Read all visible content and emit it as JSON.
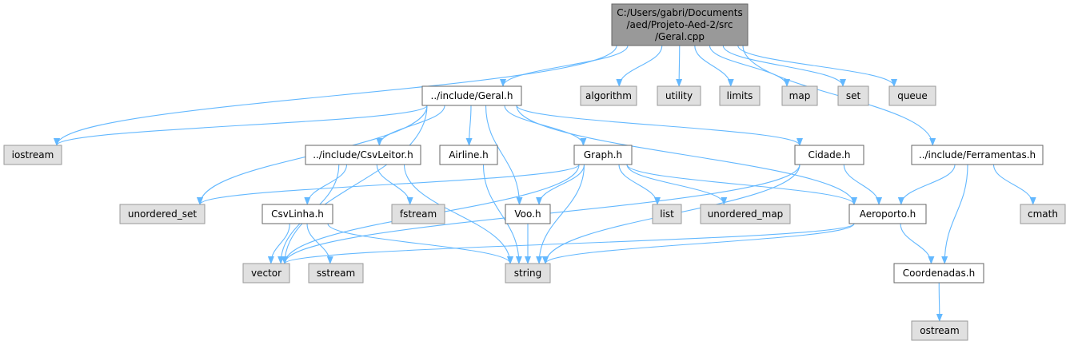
{
  "colors": {
    "edge": "#63b8ff",
    "root_fill": "#999999",
    "root_stroke": "#666666",
    "local_fill": "#ffffff",
    "local_stroke": "#666666",
    "system_fill": "#e0e0e0",
    "system_stroke": "#999999"
  },
  "nodes": {
    "geral_cpp": {
      "kind": "root",
      "lines": [
        "C:/Users/gabri/Documents",
        "/aed/Projeto-Aed-2/src",
        "/Geral.cpp"
      ]
    },
    "algorithm": {
      "kind": "system",
      "lines": [
        "algorithm"
      ]
    },
    "utility": {
      "kind": "system",
      "lines": [
        "utility"
      ]
    },
    "limits": {
      "kind": "system",
      "lines": [
        "limits"
      ]
    },
    "map": {
      "kind": "system",
      "lines": [
        "map"
      ]
    },
    "set": {
      "kind": "system",
      "lines": [
        "set"
      ]
    },
    "queue": {
      "kind": "system",
      "lines": [
        "queue"
      ]
    },
    "geral_h": {
      "kind": "local",
      "lines": [
        "../include/Geral.h"
      ]
    },
    "iostream": {
      "kind": "system",
      "lines": [
        "iostream"
      ]
    },
    "csvleitor_h": {
      "kind": "local",
      "lines": [
        "../include/CsvLeitor.h"
      ]
    },
    "airline_h": {
      "kind": "local",
      "lines": [
        "Airline.h"
      ]
    },
    "graph_h": {
      "kind": "local",
      "lines": [
        "Graph.h"
      ]
    },
    "cidade_h": {
      "kind": "local",
      "lines": [
        "Cidade.h"
      ]
    },
    "ferramentas_h": {
      "kind": "local",
      "lines": [
        "../include/Ferramentas.h"
      ]
    },
    "unordered_set": {
      "kind": "system",
      "lines": [
        "unordered_set"
      ]
    },
    "csvlinha_h": {
      "kind": "local",
      "lines": [
        "CsvLinha.h"
      ]
    },
    "fstream": {
      "kind": "system",
      "lines": [
        "fstream"
      ]
    },
    "voo_h": {
      "kind": "local",
      "lines": [
        "Voo.h"
      ]
    },
    "list": {
      "kind": "system",
      "lines": [
        "list"
      ]
    },
    "unordered_map": {
      "kind": "system",
      "lines": [
        "unordered_map"
      ]
    },
    "aeroporto_h": {
      "kind": "local",
      "lines": [
        "Aeroporto.h"
      ]
    },
    "cmath": {
      "kind": "system",
      "lines": [
        "cmath"
      ]
    },
    "vector": {
      "kind": "system",
      "lines": [
        "vector"
      ]
    },
    "sstream": {
      "kind": "system",
      "lines": [
        "sstream"
      ]
    },
    "string": {
      "kind": "system",
      "lines": [
        "string"
      ]
    },
    "coordenadas_h": {
      "kind": "local",
      "lines": [
        "Coordenadas.h"
      ]
    },
    "ostream": {
      "kind": "system",
      "lines": [
        "ostream"
      ]
    }
  },
  "edges": [
    [
      "geral_cpp",
      "geral_h"
    ],
    [
      "geral_cpp",
      "algorithm"
    ],
    [
      "geral_cpp",
      "utility"
    ],
    [
      "geral_cpp",
      "limits"
    ],
    [
      "geral_cpp",
      "map"
    ],
    [
      "geral_cpp",
      "set"
    ],
    [
      "geral_cpp",
      "queue"
    ],
    [
      "geral_cpp",
      "iostream"
    ],
    [
      "geral_cpp",
      "ferramentas_h"
    ],
    [
      "geral_h",
      "iostream"
    ],
    [
      "geral_h",
      "csvleitor_h"
    ],
    [
      "geral_h",
      "airline_h"
    ],
    [
      "geral_h",
      "graph_h"
    ],
    [
      "geral_h",
      "cidade_h"
    ],
    [
      "geral_h",
      "unordered_set"
    ],
    [
      "geral_h",
      "voo_h"
    ],
    [
      "geral_h",
      "aeroporto_h"
    ],
    [
      "geral_h",
      "vector"
    ],
    [
      "csvleitor_h",
      "csvlinha_h"
    ],
    [
      "csvleitor_h",
      "fstream"
    ],
    [
      "csvleitor_h",
      "vector"
    ],
    [
      "csvleitor_h",
      "string"
    ],
    [
      "airline_h",
      "string"
    ],
    [
      "graph_h",
      "unordered_set"
    ],
    [
      "graph_h",
      "voo_h"
    ],
    [
      "graph_h",
      "list"
    ],
    [
      "graph_h",
      "unordered_map"
    ],
    [
      "graph_h",
      "aeroporto_h"
    ],
    [
      "graph_h",
      "vector"
    ],
    [
      "graph_h",
      "string"
    ],
    [
      "cidade_h",
      "aeroporto_h"
    ],
    [
      "cidade_h",
      "vector"
    ],
    [
      "cidade_h",
      "string"
    ],
    [
      "ferramentas_h",
      "aeroporto_h"
    ],
    [
      "ferramentas_h",
      "cmath"
    ],
    [
      "ferramentas_h",
      "coordenadas_h"
    ],
    [
      "csvlinha_h",
      "vector"
    ],
    [
      "csvlinha_h",
      "sstream"
    ],
    [
      "csvlinha_h",
      "string"
    ],
    [
      "voo_h",
      "string"
    ],
    [
      "aeroporto_h",
      "coordenadas_h"
    ],
    [
      "aeroporto_h",
      "vector"
    ],
    [
      "aeroporto_h",
      "string"
    ],
    [
      "coordenadas_h",
      "ostream"
    ]
  ]
}
